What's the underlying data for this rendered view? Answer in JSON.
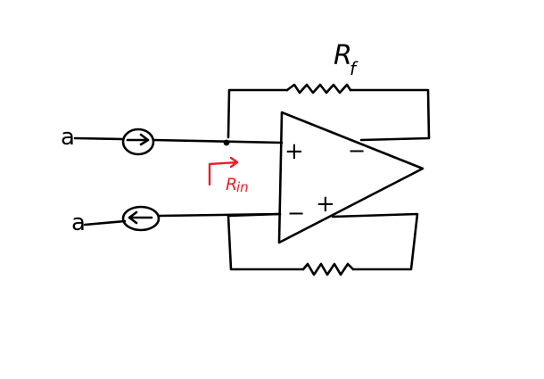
{
  "diagram": {
    "feedback_resistor_label": "R",
    "feedback_resistor_subscript": "f",
    "input_resistance_label": "R",
    "input_resistance_subscript": "in",
    "top_terminal_label": "a",
    "bottom_terminal_label": "a",
    "opamp_input_top_sign": "+",
    "opamp_input_bottom_sign": "−",
    "opamp_output_top_sign": "−",
    "opamp_output_bottom_sign": "+"
  },
  "colors": {
    "ink": "#000000",
    "annotation": "#e8202a",
    "background": "#ffffff"
  }
}
